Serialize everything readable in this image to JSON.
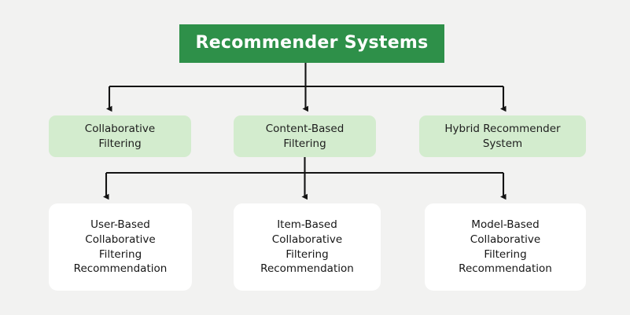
{
  "diagram": {
    "type": "hierarchy-tree",
    "background_color": "#f2f2f1",
    "root": {
      "label": "Recommender Systems",
      "background_color": "#2e9049",
      "text_color": "#ffffff"
    },
    "level2": {
      "background_color": "#d3ecce",
      "text_color": "#1d1d1d",
      "nodes": [
        {
          "label": "Collaborative\nFiltering"
        },
        {
          "label": "Content-Based\nFiltering"
        },
        {
          "label": "Hybrid Recommender\nSystem"
        }
      ]
    },
    "level3": {
      "background_color": "#ffffff",
      "text_color": "#161616",
      "nodes": [
        {
          "label": "User-Based\nCollaborative\nFiltering\nRecommendation"
        },
        {
          "label": "Item-Based\nCollaborative\nFiltering\nRecommendation"
        },
        {
          "label": "Model-Based\nCollaborative\nFiltering\nRecommendation"
        }
      ]
    },
    "connector_color": "#141414"
  }
}
